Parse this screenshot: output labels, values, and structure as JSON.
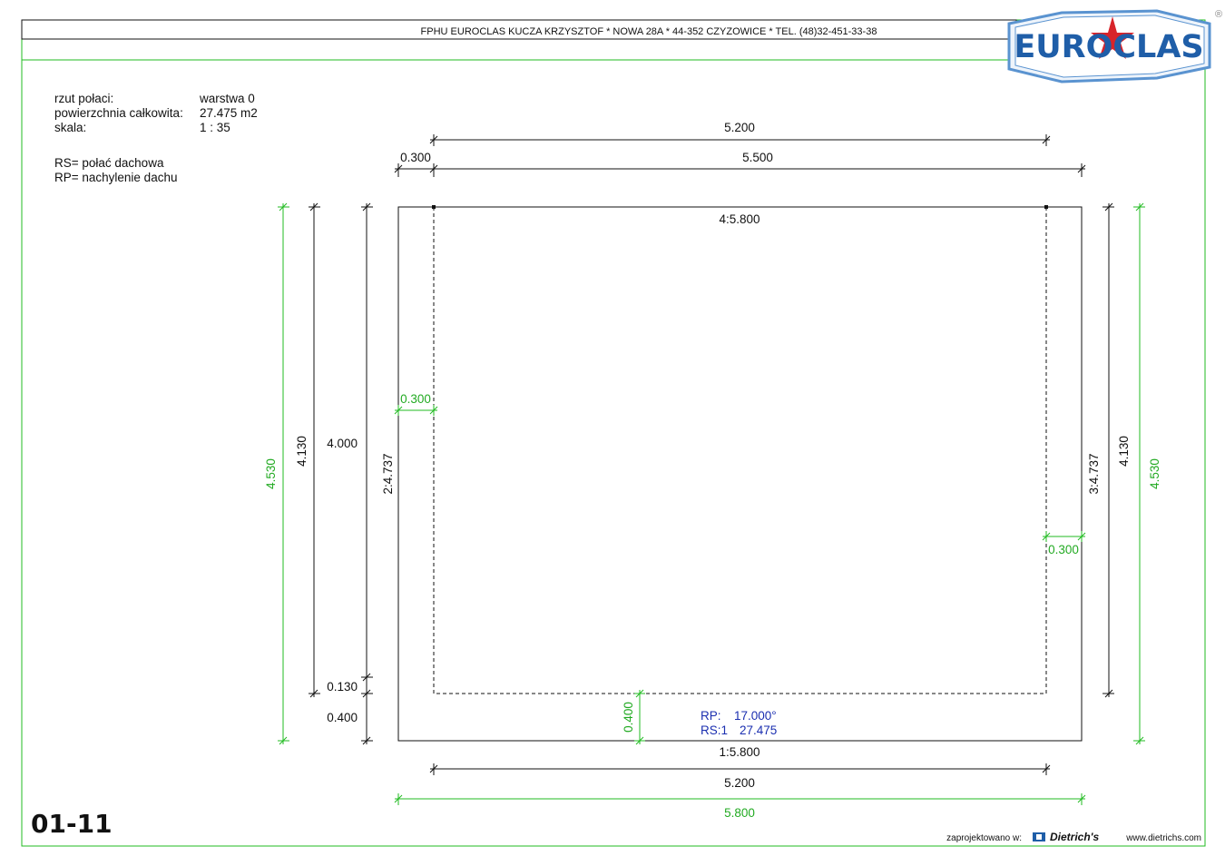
{
  "header": {
    "company_line": "FPHU EUROCLAS KUCZA KRZYSZTOF * NOWA 28A * 44-352 CZYZOWICE * TEL. (48)32-451-33-38"
  },
  "logo": {
    "text": "EUROCLAS",
    "registered": "®"
  },
  "info": {
    "rzut_label": "rzut połaci:",
    "rzut_value": "warstwa 0",
    "area_label": "powierzchnia całkowita:",
    "area_value": "27.475 m2",
    "scale_label": "skala:",
    "scale_value": "1 : 35",
    "legend_rs": "RS= połać dachowa",
    "legend_rp": "RP= nachylenie dachu"
  },
  "dimensions": {
    "top_inner": "5.200",
    "top_overhang": "0.300",
    "top_rest": "5.500",
    "edge_top": "4:5.800",
    "edge_bottom": "1:5.800",
    "edge_left": "2:4.737",
    "edge_right": "3:4.737",
    "left_total": "4.530",
    "left_4130": "4.130",
    "left_4000": "4.000",
    "left_0130": "0.130",
    "left_0400": "0.400",
    "right_4130": "4.130",
    "right_total": "4.530",
    "overhang_left": "0.300",
    "overhang_right": "0.300",
    "overhang_bottom": "0.400",
    "bottom_inner": "5.200",
    "bottom_total": "5.800"
  },
  "roof": {
    "rp_label": "RP:",
    "rp_value": "17.000°",
    "rs_label": "RS:1",
    "rs_value": "27.475"
  },
  "sheet_number": "01-11",
  "footer": {
    "designed_with": "zaprojektowano w:",
    "brand": "Dietrich's",
    "website": "www.dietrichs.com"
  },
  "colors": {
    "frame": "#22bb22",
    "dimension_green": "#22aa22",
    "roof_text": "#1b2fb0",
    "logo_blue": "#1f5ea8",
    "logo_star": "#d8242a"
  }
}
